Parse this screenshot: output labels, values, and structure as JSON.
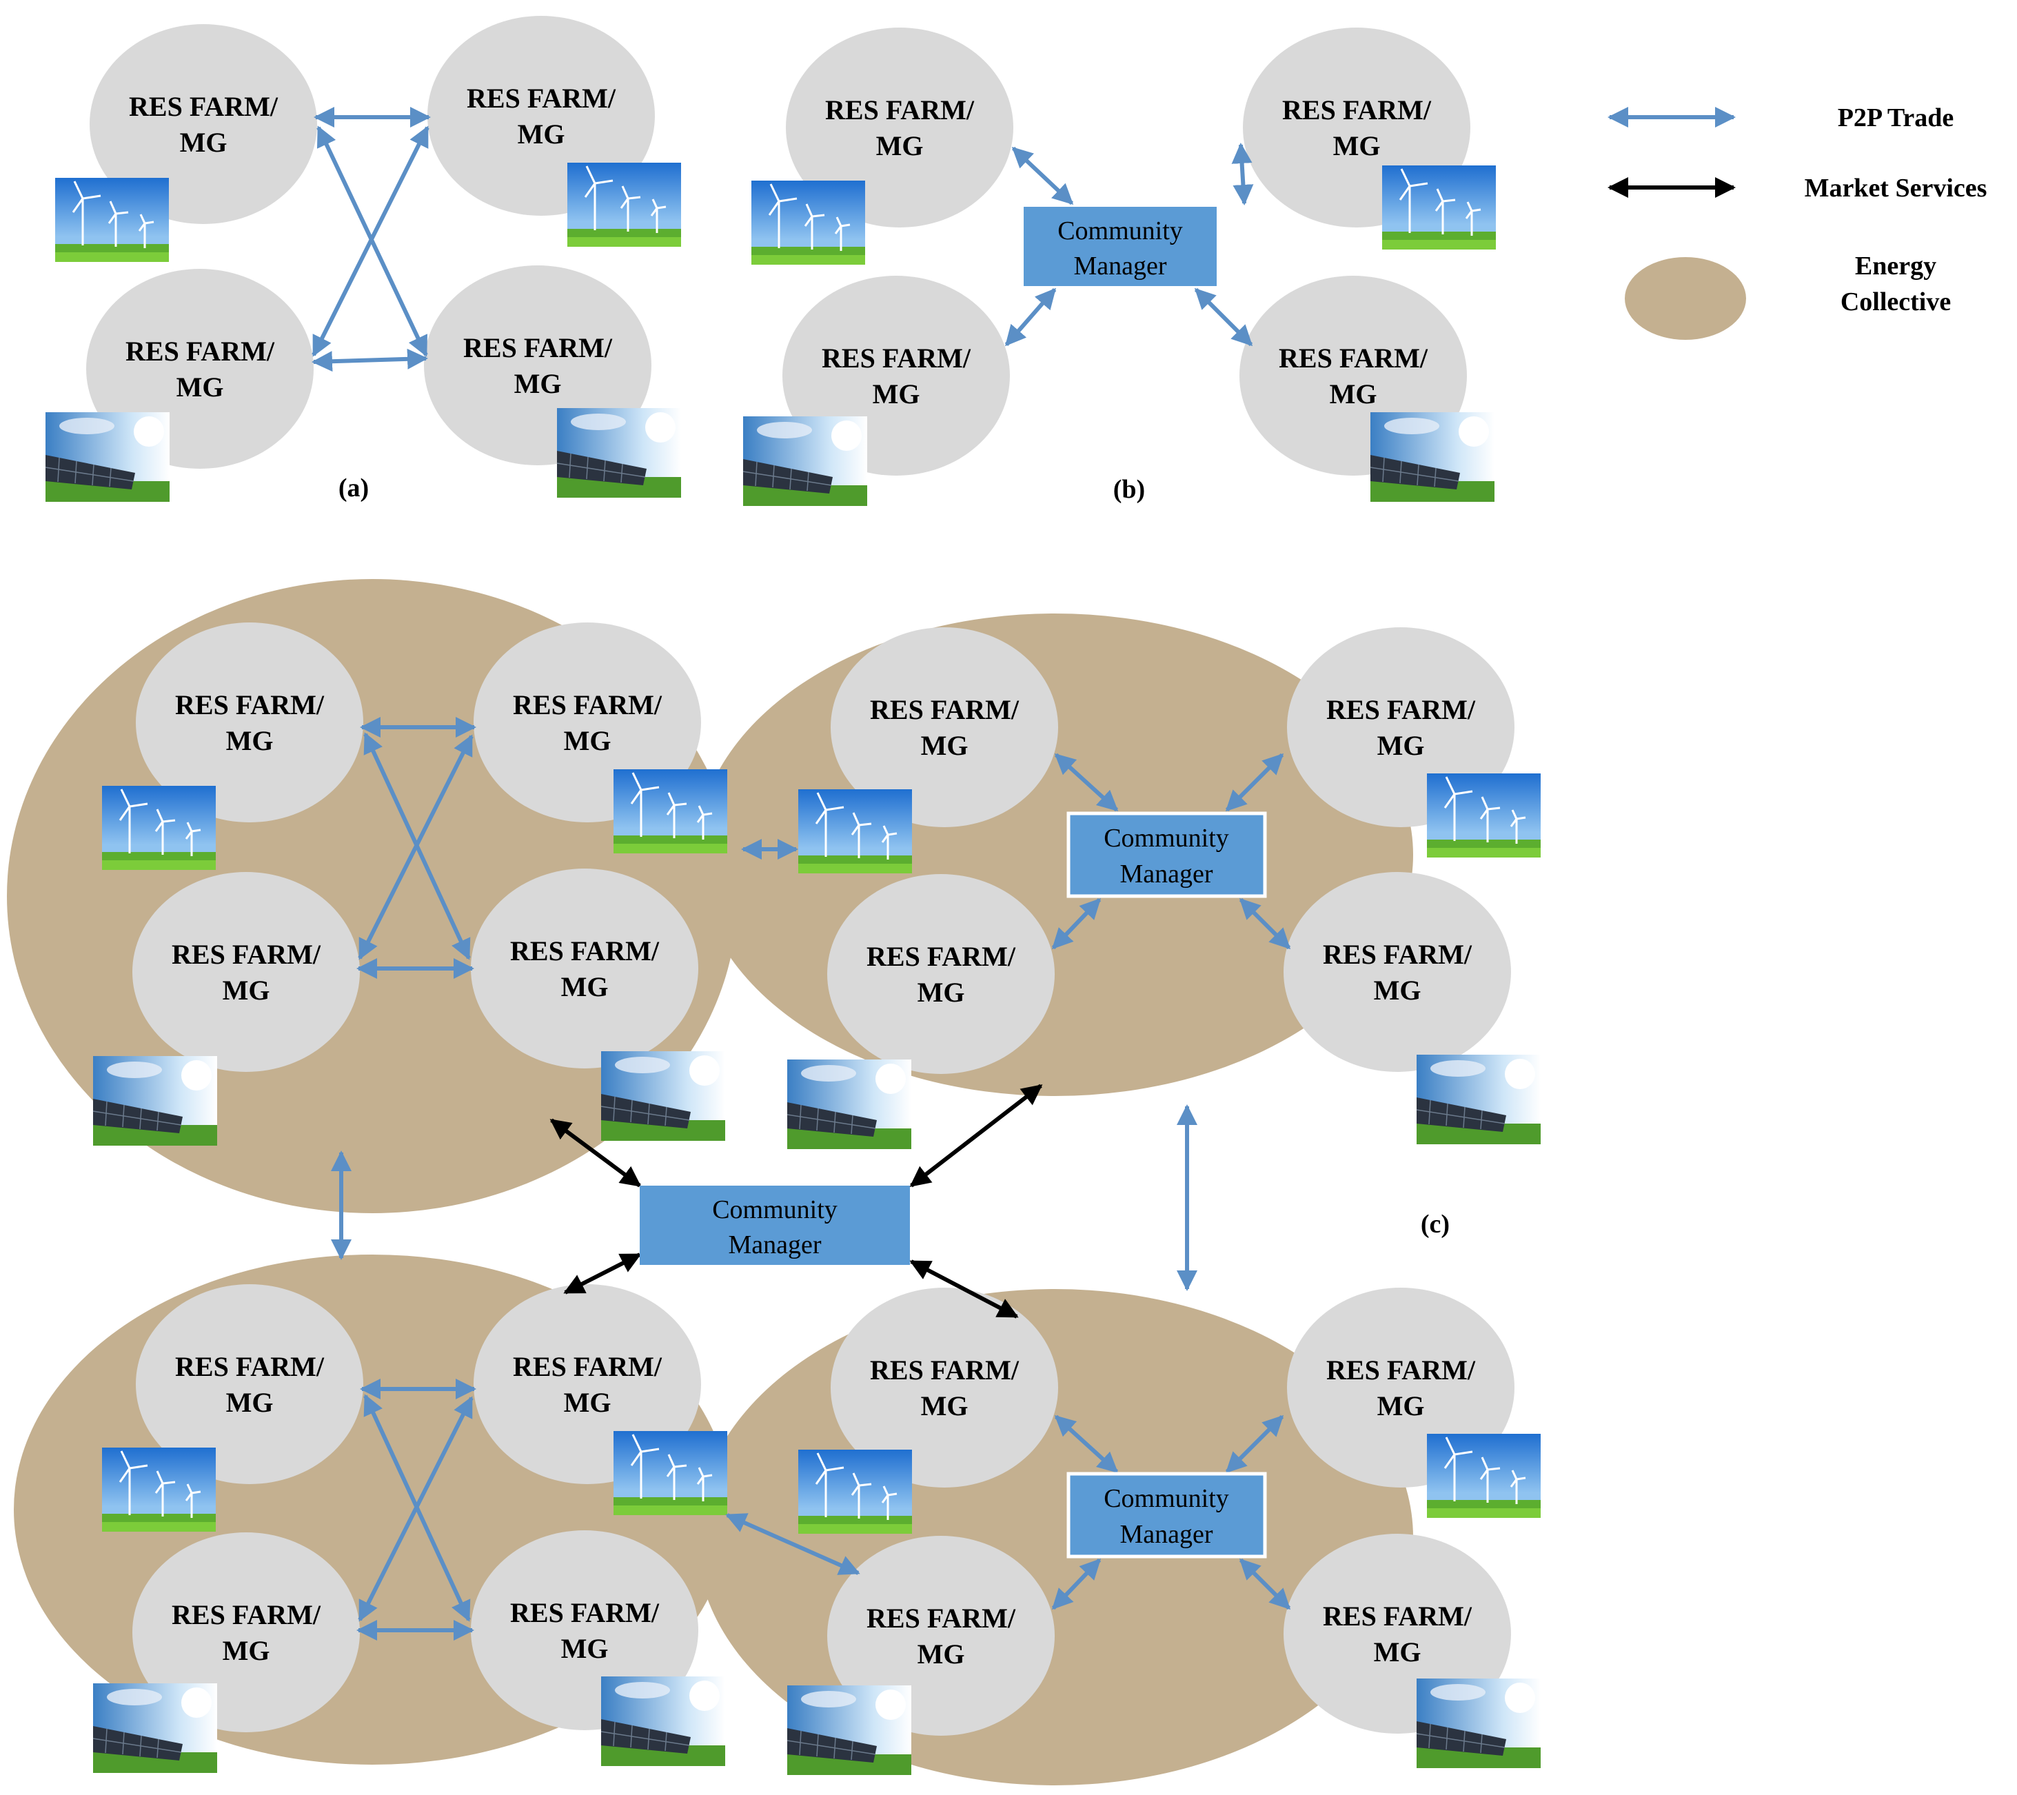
{
  "node": {
    "line1": "RES FARM/",
    "line2": "MG"
  },
  "community_manager": {
    "line1": "Community",
    "line2": "Manager"
  },
  "panels": {
    "a": "(a)",
    "b": "(b)",
    "c": "(c)"
  },
  "legend": {
    "p2p": "P2P Trade",
    "market": "Market Services",
    "collective_line1": "Energy",
    "collective_line2": "Collective"
  },
  "colors": {
    "node_fill": "#d9d9d9",
    "collective_fill": "#c4b090",
    "manager_fill": "#5b9bd5",
    "p2p_arrow": "#5b8fc6",
    "market_arrow": "#000000",
    "sky": "#2a7fd4",
    "grass": "#5cae2f"
  }
}
